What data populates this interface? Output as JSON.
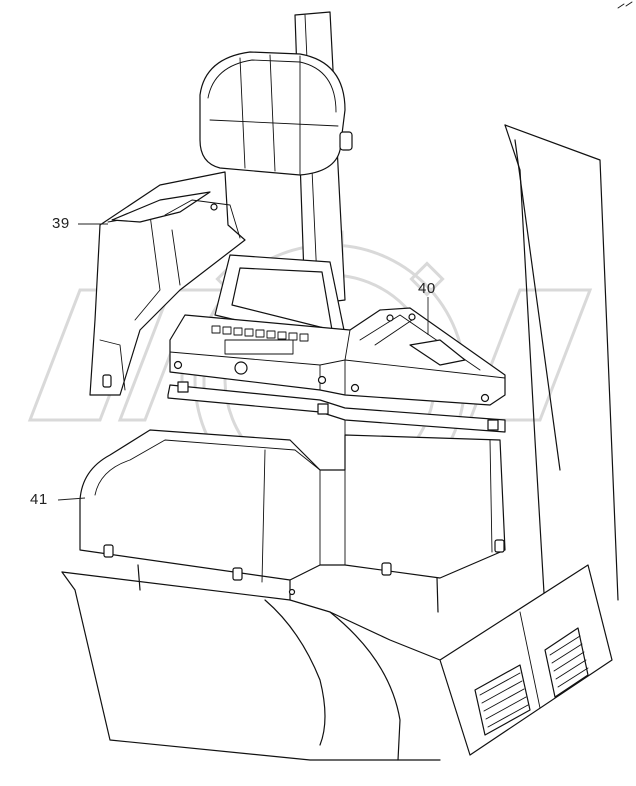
{
  "callouts": {
    "part_39": "39",
    "part_40": "40",
    "part_41": "41"
  },
  "icons": {
    "watermark": "opek-gear-watermark-icon"
  },
  "colors": {
    "line": "#111111",
    "watermark": "#d9d9d9",
    "background": "#ffffff"
  }
}
